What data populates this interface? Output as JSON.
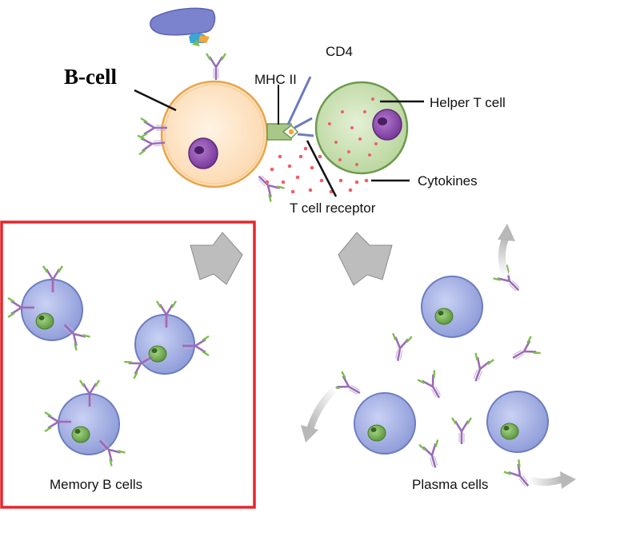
{
  "labels": {
    "b_cell": "B-cell",
    "cd4": "CD4",
    "mhc_ii": "MHC II",
    "helper_t_cell": "Helper T cell",
    "cytokines": "Cytokines",
    "t_cell_receptor": "T cell receptor",
    "memory_b_cells": "Memory B cells",
    "plasma_cells": "Plasma cells"
  },
  "colors": {
    "b_cell_fill": "#fde0bd",
    "b_cell_stroke": "#e8a54a",
    "t_cell_fill": "#c9e0b1",
    "t_cell_stroke": "#6e9a4e",
    "blue_cell_fill": "#a7b3e6",
    "blue_cell_stroke": "#6c7cc0",
    "nucleus_purple": "#8e4cad",
    "nucleus_green": "#7bb45b",
    "antibody_purple": "#9a6cb6",
    "antibody_green": "#7bbf4b",
    "cytokine_red": "#f06068",
    "highlight_box": "#e8262d",
    "arrow_gray": "#bdbdbd"
  }
}
